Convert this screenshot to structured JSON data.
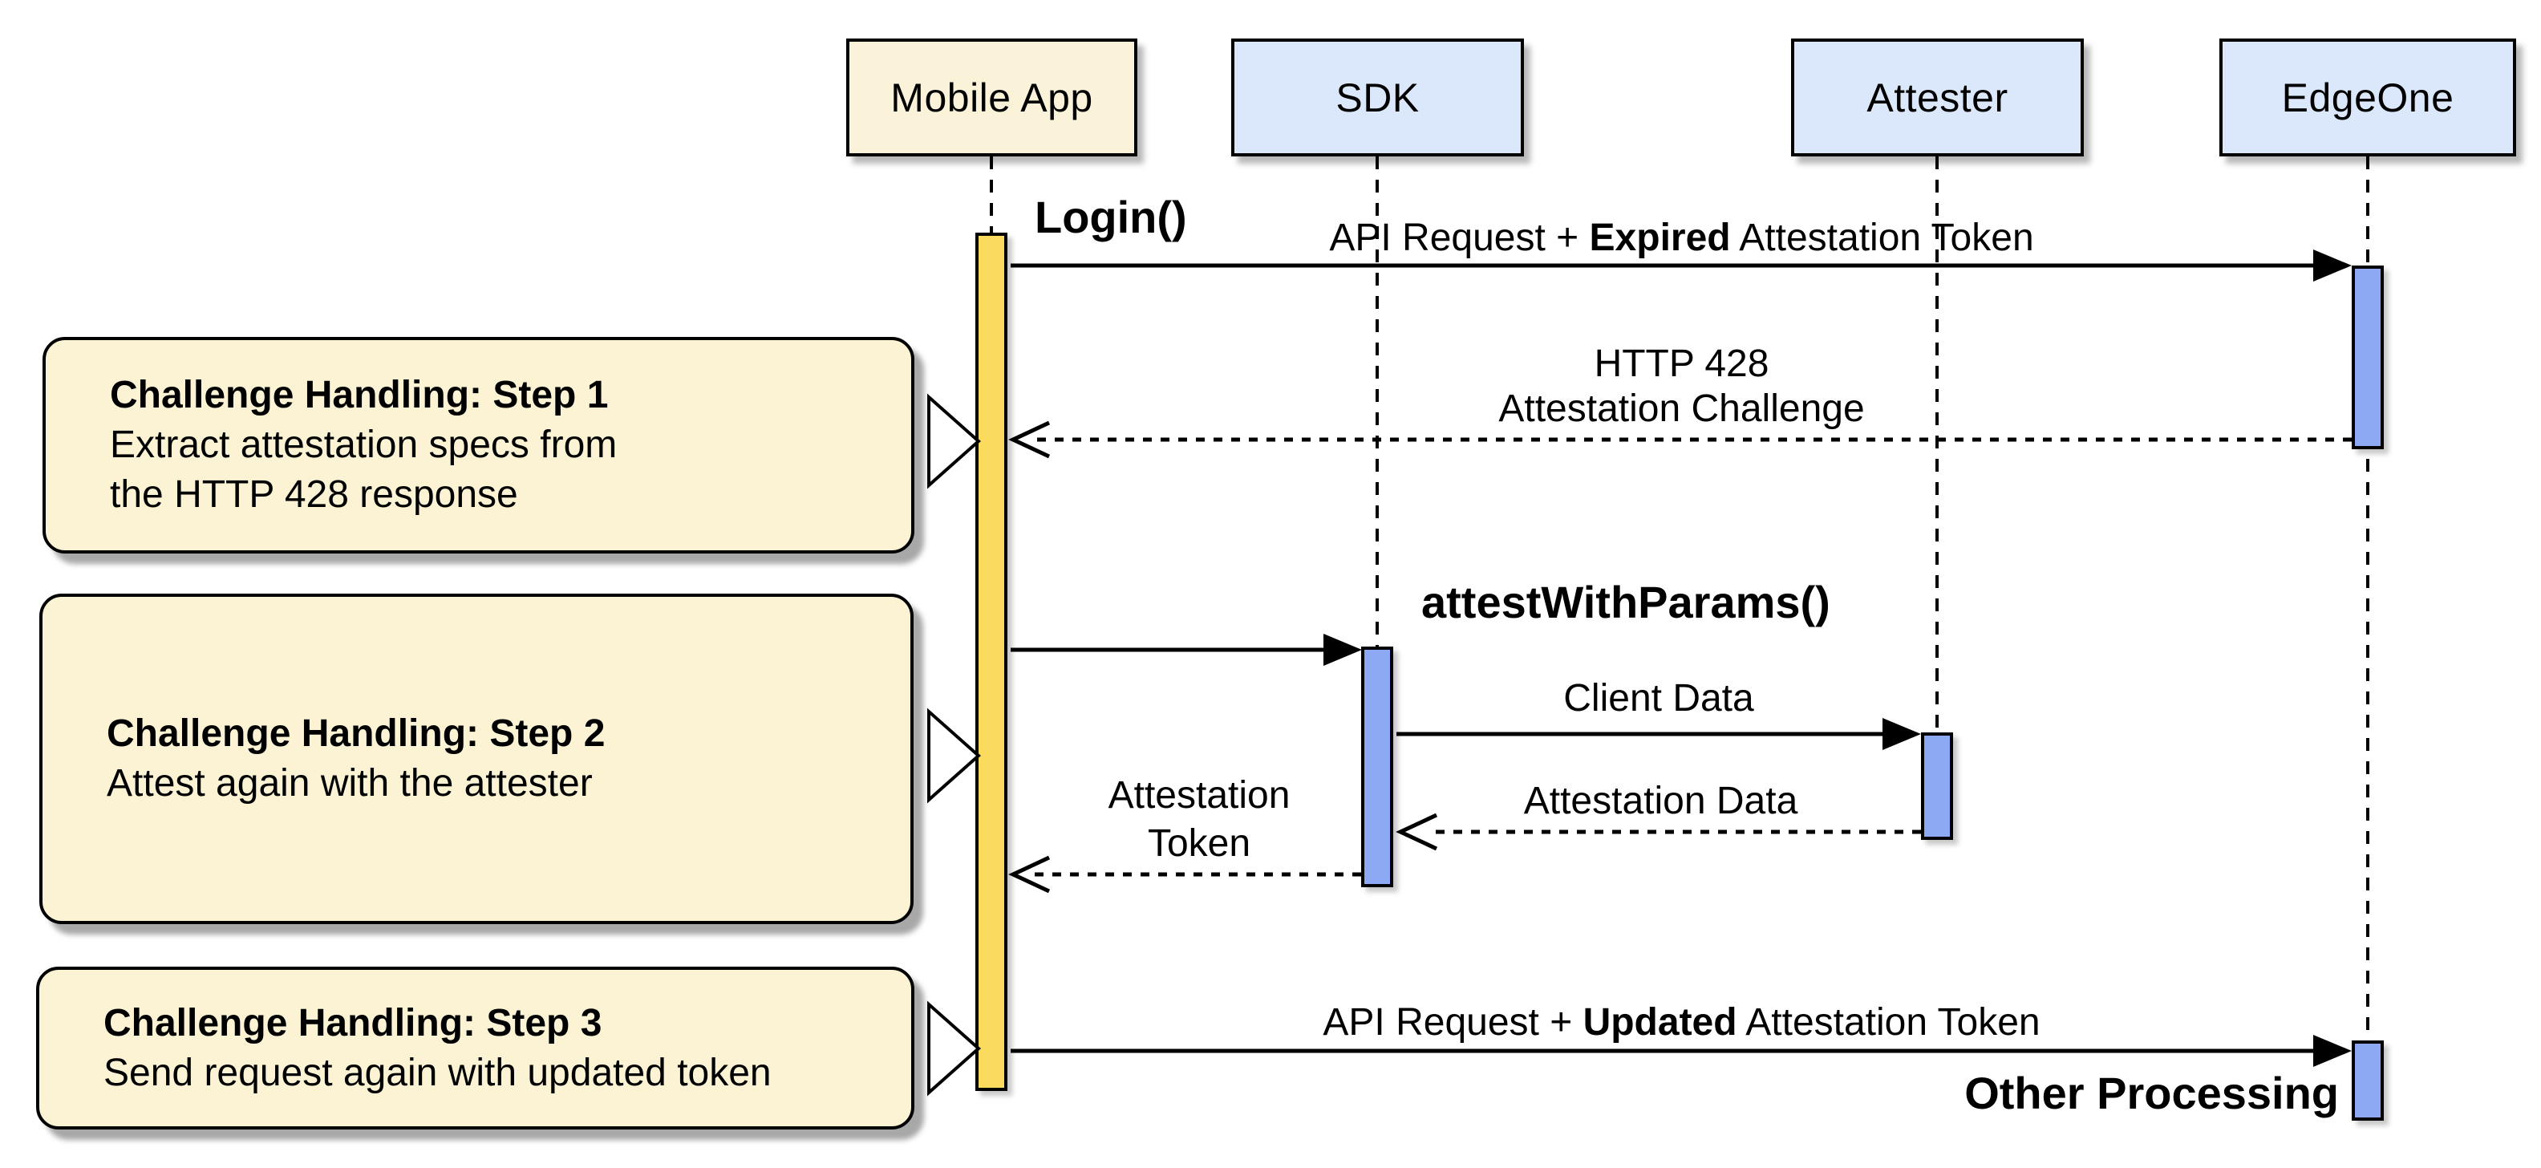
{
  "diagram": {
    "type": "sequence-diagram",
    "participants": [
      {
        "id": "mobile-app",
        "label": "Mobile App"
      },
      {
        "id": "sdk",
        "label": "SDK"
      },
      {
        "id": "attester",
        "label": "Attester"
      },
      {
        "id": "edgeone",
        "label": "EdgeOne"
      }
    ],
    "messages": {
      "login": "Login()",
      "api_request_expired": {
        "prefix": "API Request + ",
        "bold": "Expired",
        "suffix": " Attestation Token"
      },
      "http428": {
        "line1": "HTTP 428",
        "line2": "Attestation Challenge"
      },
      "attest_with_params": "attestWithParams()",
      "client_data": "Client Data",
      "attestation_data": "Attestation Data",
      "attestation_token": {
        "line1": "Attestation",
        "line2": "Token"
      },
      "api_request_updated": {
        "prefix": "API Request + ",
        "bold": "Updated",
        "suffix": " Attestation Token"
      },
      "other_processing": "Other Processing"
    },
    "notes": [
      {
        "title": "Challenge Handling: Step 1",
        "lines": [
          "Extract attestation specs from",
          "the HTTP 428 response"
        ]
      },
      {
        "title": "Challenge Handling: Step 2",
        "lines": [
          "Attest again with the attester"
        ]
      },
      {
        "title": "Challenge Handling: Step 3",
        "lines": [
          "Send request again with updated token"
        ]
      }
    ],
    "colors": {
      "participant_fill_blue": "#dbe7fa",
      "participant_fill_cream": "#fbf3d9",
      "note_fill": "#fbf3d4",
      "activation_yellow": "#fbdb5e",
      "activation_blue": "#8da9f4",
      "line": "#000000",
      "shadow": "#a8a8a8"
    }
  }
}
